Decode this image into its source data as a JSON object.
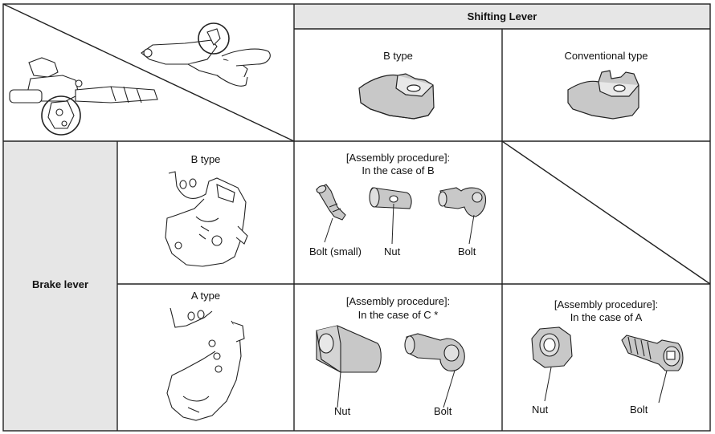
{
  "header": {
    "shifting_lever": "Shifting Lever"
  },
  "shift_types": {
    "b_type": "B type",
    "conventional_type": "Conventional type"
  },
  "brake": {
    "row_label": "Brake lever",
    "b_type": "B type",
    "a_type": "A type"
  },
  "case_b": {
    "title_line1": "[Assembly procedure]:",
    "title_line2": "In the case of B",
    "bolt_small": "Bolt (small)",
    "nut": "Nut",
    "bolt": "Bolt"
  },
  "case_c": {
    "title_line1": "[Assembly procedure]:",
    "title_line2": "In the case of C *",
    "nut": "Nut",
    "bolt": "Bolt"
  },
  "case_a": {
    "title_line1": "[Assembly procedure]:",
    "title_line2": "In the case of A",
    "nut": "Nut",
    "bolt": "Bolt"
  },
  "colors": {
    "header_bg": "#e6e6e6",
    "rowlabel_bg": "#e6e6e6",
    "part_fill": "#c8c8c8",
    "line": "#222222"
  }
}
